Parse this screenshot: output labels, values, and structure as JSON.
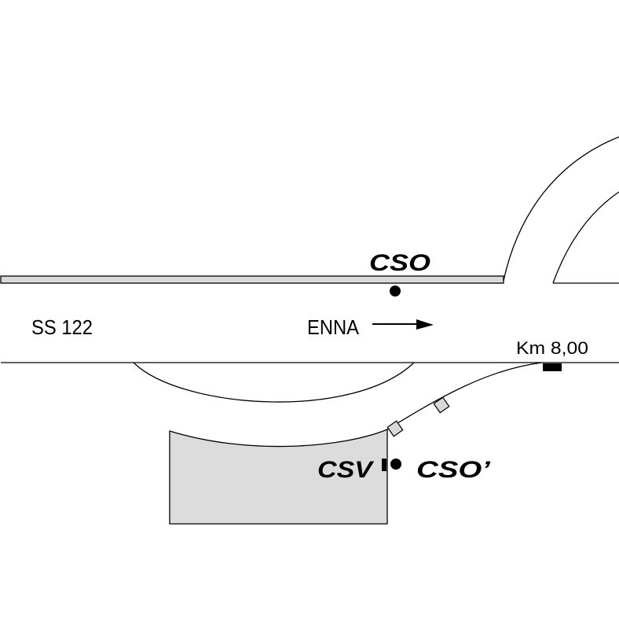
{
  "labels": {
    "road_name": "SS 122",
    "direction": "ENNA",
    "kilometer_marker": "Km 8,00",
    "point_cso": "CSO",
    "point_csv": "CSV",
    "point_cso_prime": "CSO’"
  },
  "colors": {
    "stroke": "#000000",
    "barrier_fill": "#d9d9d9",
    "area_fill": "#dcdcdc",
    "background": "#ffffff"
  },
  "icons": {
    "direction": "right-arrow-icon",
    "station_point": "filled-circle-icon",
    "station_marker": "small-rectangle-icon",
    "km_marker": "black-rectangle-icon",
    "camera": "square-marker-icon"
  }
}
